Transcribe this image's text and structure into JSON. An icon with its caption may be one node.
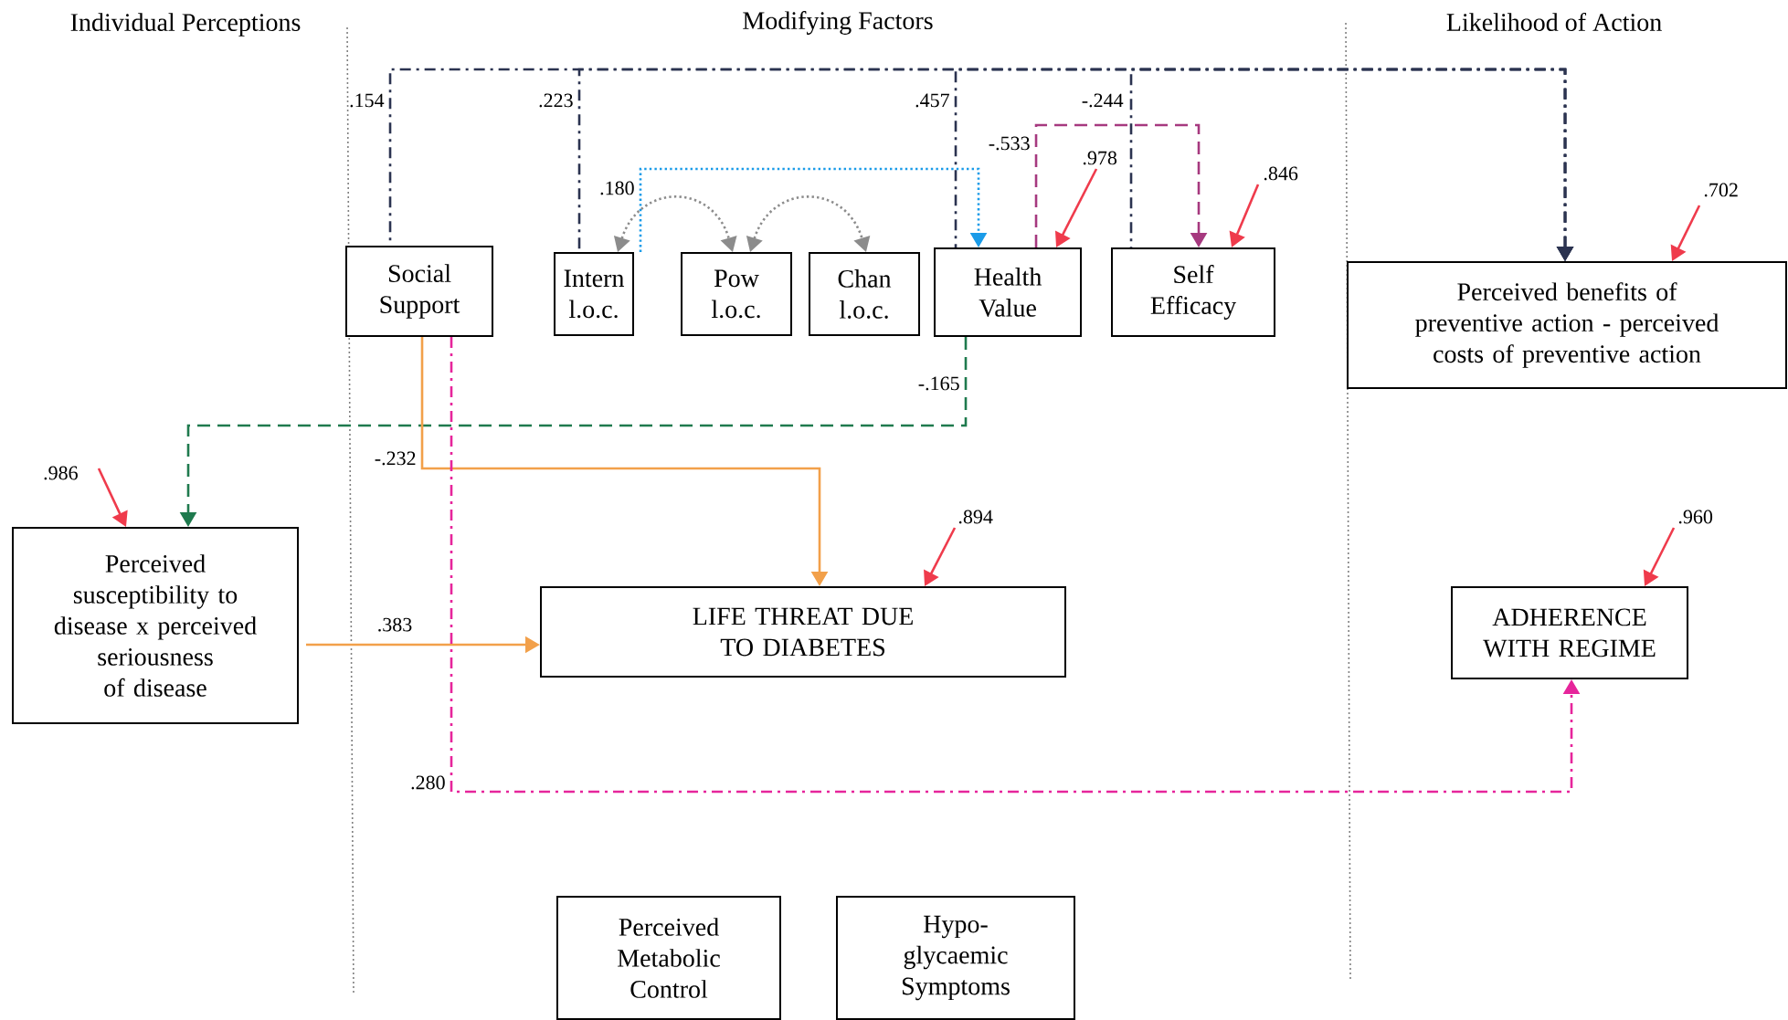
{
  "diagram": {
    "nodes": [
      {
        "text": [
          "Social Support"
        ]
      },
      {
        "text": [
          "Intern l.o.c."
        ]
      },
      {
        "text": [
          "Pow l.o.c."
        ]
      },
      {
        "text": [
          "Chan l.o.c."
        ]
      },
      {
        "text": [
          "Health Value"
        ]
      },
      {
        "text": [
          "Self Efficacy"
        ]
      },
      {
        "text": [
          "Perceived benefits of preventive action - perceived costs of preventive action"
        ]
      },
      {
        "text": [
          "Perceived susceptibility to disease x perceived seriousness of disease"
        ]
      },
      {
        "text": [
          "LIFE THREAT DUE TO DIABETES"
        ]
      },
      {
        "text": [
          "ADHERENCE WITH REGIME"
        ]
      },
      {
        "text": [
          "Perceived Metabolic Control"
        ]
      },
      {
        "text": [
          "Hypo- glycaemic Symptoms"
        ]
      }
    ],
    "edges": [
      {
        "from": 0,
        "to": 6,
        "arrow": "to",
        "label": ".154",
        "style": "dashed",
        "color": "#2b3350"
      },
      {
        "from": 1,
        "to": 6,
        "arrow": "to",
        "label": ".223",
        "style": "dashed",
        "color": "#2b3350"
      },
      {
        "from": 4,
        "to": 6,
        "arrow": "to",
        "label": ".457",
        "style": "dashed",
        "color": "#2b3350"
      },
      {
        "from": 5,
        "to": 6,
        "arrow": "to",
        "label": "-.244",
        "style": "dashed",
        "color": "#2b3350"
      },
      {
        "from": 1,
        "to": 4,
        "arrow": "to",
        "label": ".180",
        "style": "dashed",
        "color": "#1a9be8"
      },
      {
        "from": 1,
        "to": 2,
        "arrow": "both",
        "style": "dashed",
        "color": "#8c8c8c"
      },
      {
        "from": 2,
        "to": 3,
        "arrow": "both",
        "style": "dashed",
        "color": "#8c8c8c"
      },
      {
        "from": 4,
        "to": 5,
        "arrow": "to",
        "label": "-.533",
        "style": "dashed",
        "color": "#a6397f"
      },
      {
        "from": 4,
        "to": 7,
        "arrow": "to",
        "label": "-.165",
        "style": "dashed",
        "color": "#1f7a4e"
      },
      {
        "from": 0,
        "to": 8,
        "arrow": "to",
        "label": "-.232",
        "color": "#f2a04a"
      },
      {
        "from": 7,
        "to": 8,
        "arrow": "to",
        "label": ".383",
        "color": "#f2a04a"
      },
      {
        "from": 0,
        "to": 9,
        "arrow": "to",
        "label": ".280",
        "style": "dashed",
        "color": "#e6259b"
      },
      {
        "from": null,
        "to": 7,
        "arrow": "to",
        "label": ".986",
        "color": "#ef3b4c"
      },
      {
        "from": null,
        "to": 4,
        "arrow": "to",
        "label": ".978",
        "color": "#ef3b4c"
      },
      {
        "from": null,
        "to": 5,
        "arrow": "to",
        "label": ".846",
        "color": "#ef3b4c"
      },
      {
        "from": null,
        "to": 6,
        "arrow": "to",
        "label": ".702",
        "color": "#ef3b4c"
      },
      {
        "from": null,
        "to": 8,
        "arrow": "to",
        "label": ".894",
        "color": "#ef3b4c"
      },
      {
        "from": null,
        "to": 9,
        "arrow": "to",
        "label": ".960",
        "color": "#ef3b4c"
      }
    ],
    "labels": [
      "Individual Perceptions",
      "Modifying Factors",
      "Likelihood of Action"
    ]
  }
}
